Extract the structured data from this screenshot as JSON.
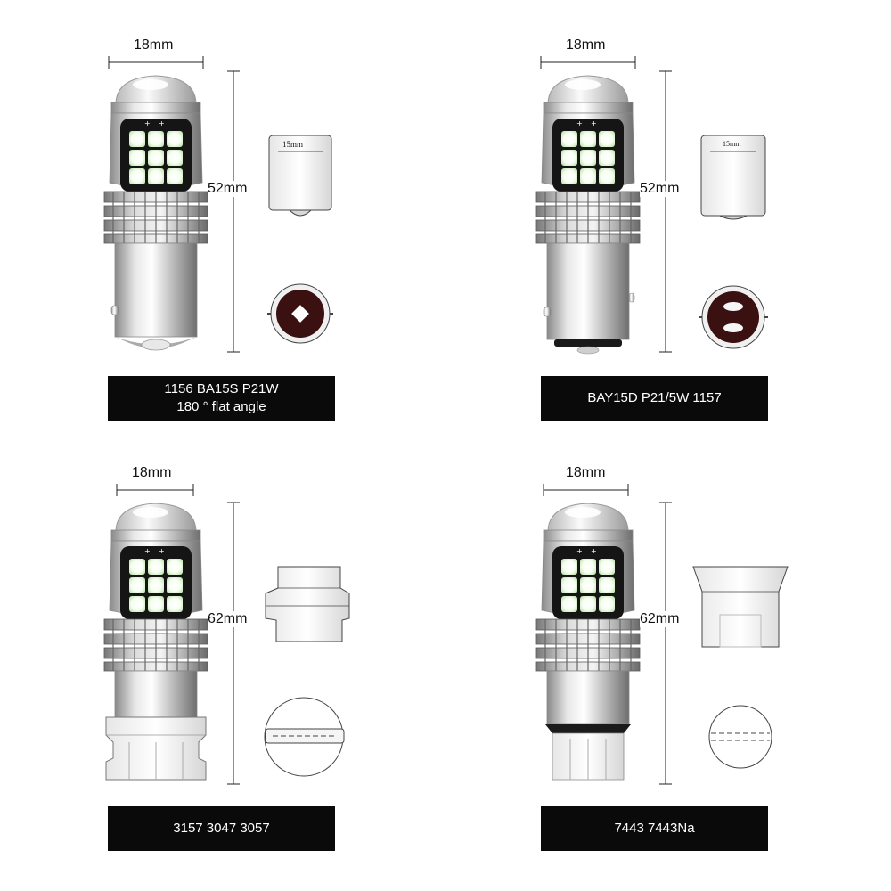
{
  "products": [
    {
      "width_label": "18mm",
      "length_label": "52mm",
      "base_width_label": "15mm",
      "caption_line1": "1156 BA15S P21W",
      "caption_line2": "180 ° flat angle"
    },
    {
      "width_label": "18mm",
      "length_label": "52mm",
      "base_width_label": "15mm",
      "caption_line1": "BAY15D P21/5W 1157",
      "caption_line2": ""
    },
    {
      "width_label": "18mm",
      "length_label": "62mm",
      "caption_line1": "3157 3047 3057",
      "caption_line2": ""
    },
    {
      "width_label": "18mm",
      "length_label": "62mm",
      "caption_line1": "7443 7443Na",
      "caption_line2": ""
    }
  ]
}
